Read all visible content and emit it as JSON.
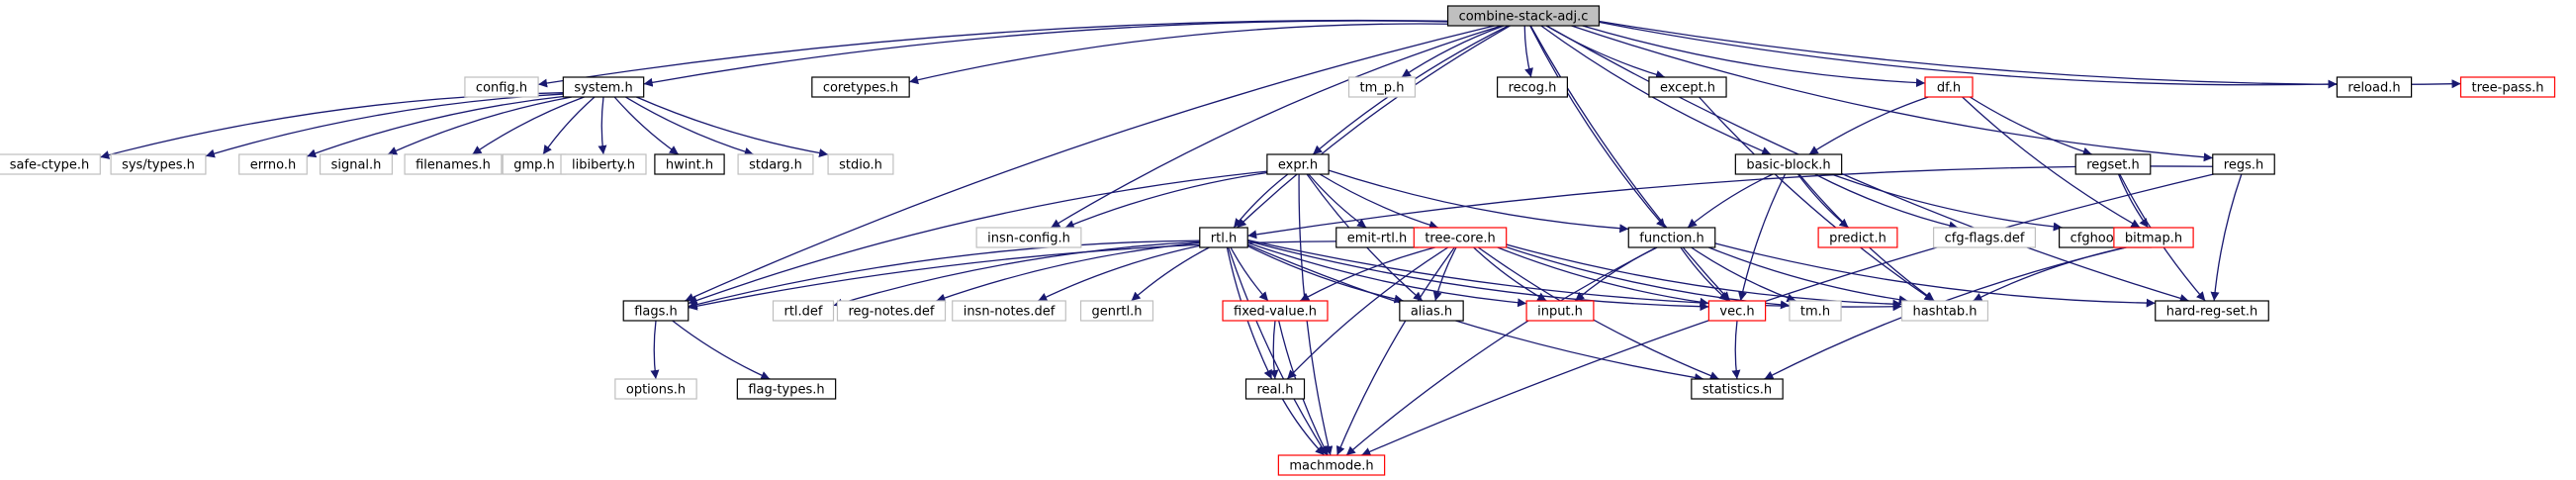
{
  "graph": {
    "colors": {
      "edge": "#191970",
      "root_fill": "#bfbfbf",
      "normal": "#000000",
      "missing": "#bfbfbf",
      "truncated": "#ff0000"
    },
    "nodes": [
      {
        "id": "root",
        "label": "combine-stack-adj.c",
        "kind": "root"
      },
      {
        "id": "config",
        "label": "config.h",
        "kind": "missing"
      },
      {
        "id": "system",
        "label": "system.h",
        "kind": "normal"
      },
      {
        "id": "coretypes",
        "label": "coretypes.h",
        "kind": "normal"
      },
      {
        "id": "tm_p",
        "label": "tm_p.h",
        "kind": "missing"
      },
      {
        "id": "recog",
        "label": "recog.h",
        "kind": "normal"
      },
      {
        "id": "except",
        "label": "except.h",
        "kind": "normal"
      },
      {
        "id": "df",
        "label": "df.h",
        "kind": "truncated"
      },
      {
        "id": "reload",
        "label": "reload.h",
        "kind": "normal"
      },
      {
        "id": "treepass",
        "label": "tree-pass.h",
        "kind": "truncated"
      },
      {
        "id": "safectype",
        "label": "safe-ctype.h",
        "kind": "missing"
      },
      {
        "id": "systypes",
        "label": "sys/types.h",
        "kind": "missing"
      },
      {
        "id": "errno",
        "label": "errno.h",
        "kind": "missing"
      },
      {
        "id": "signal",
        "label": "signal.h",
        "kind": "missing"
      },
      {
        "id": "filenames",
        "label": "filenames.h",
        "kind": "missing"
      },
      {
        "id": "gmp",
        "label": "gmp.h",
        "kind": "missing"
      },
      {
        "id": "libiberty",
        "label": "libiberty.h",
        "kind": "missing"
      },
      {
        "id": "hwint",
        "label": "hwint.h",
        "kind": "normal"
      },
      {
        "id": "stdarg",
        "label": "stdarg.h",
        "kind": "missing"
      },
      {
        "id": "stdio",
        "label": "stdio.h",
        "kind": "missing"
      },
      {
        "id": "expr",
        "label": "expr.h",
        "kind": "normal"
      },
      {
        "id": "basicblock",
        "label": "basic-block.h",
        "kind": "normal"
      },
      {
        "id": "regset",
        "label": "regset.h",
        "kind": "normal"
      },
      {
        "id": "regs",
        "label": "regs.h",
        "kind": "normal"
      },
      {
        "id": "insnconfig",
        "label": "insn-config.h",
        "kind": "missing"
      },
      {
        "id": "emitrtl",
        "label": "emit-rtl.h",
        "kind": "normal"
      },
      {
        "id": "predict",
        "label": "predict.h",
        "kind": "truncated"
      },
      {
        "id": "cfgflags",
        "label": "cfg-flags.def",
        "kind": "missing"
      },
      {
        "id": "cfghooks",
        "label": "cfghooks.h",
        "kind": "normal"
      },
      {
        "id": "rtl",
        "label": "rtl.h",
        "kind": "normal"
      },
      {
        "id": "treecore",
        "label": "tree-core.h",
        "kind": "truncated"
      },
      {
        "id": "function",
        "label": "function.h",
        "kind": "normal"
      },
      {
        "id": "bitmap",
        "label": "bitmap.h",
        "kind": "truncated"
      },
      {
        "id": "flags",
        "label": "flags.h",
        "kind": "normal"
      },
      {
        "id": "rtldef",
        "label": "rtl.def",
        "kind": "missing"
      },
      {
        "id": "regnotes",
        "label": "reg-notes.def",
        "kind": "missing"
      },
      {
        "id": "insnnotes",
        "label": "insn-notes.def",
        "kind": "missing"
      },
      {
        "id": "genrtl",
        "label": "genrtl.h",
        "kind": "missing"
      },
      {
        "id": "fixedvalue",
        "label": "fixed-value.h",
        "kind": "truncated"
      },
      {
        "id": "alias",
        "label": "alias.h",
        "kind": "normal"
      },
      {
        "id": "input",
        "label": "input.h",
        "kind": "truncated"
      },
      {
        "id": "vec",
        "label": "vec.h",
        "kind": "truncated"
      },
      {
        "id": "tm",
        "label": "tm.h",
        "kind": "missing"
      },
      {
        "id": "hashtab",
        "label": "hashtab.h",
        "kind": "missing"
      },
      {
        "id": "hardregset",
        "label": "hard-reg-set.h",
        "kind": "normal"
      },
      {
        "id": "options",
        "label": "options.h",
        "kind": "missing"
      },
      {
        "id": "flagtypes",
        "label": "flag-types.h",
        "kind": "normal"
      },
      {
        "id": "real",
        "label": "real.h",
        "kind": "normal"
      },
      {
        "id": "statistics",
        "label": "statistics.h",
        "kind": "normal"
      },
      {
        "id": "machmode",
        "label": "machmode.h",
        "kind": "truncated"
      }
    ],
    "edges": [
      [
        "root",
        "config"
      ],
      [
        "root",
        "system"
      ],
      [
        "root",
        "coretypes"
      ],
      [
        "root",
        "tm_p"
      ],
      [
        "root",
        "recog"
      ],
      [
        "root",
        "except"
      ],
      [
        "root",
        "df"
      ],
      [
        "root",
        "reload"
      ],
      [
        "root",
        "treepass"
      ],
      [
        "root",
        "expr"
      ],
      [
        "root",
        "basicblock"
      ],
      [
        "root",
        "regs"
      ],
      [
        "root",
        "insnconfig"
      ],
      [
        "root",
        "rtl"
      ],
      [
        "root",
        "function"
      ],
      [
        "root",
        "flags"
      ],
      [
        "root",
        "vec"
      ],
      [
        "root",
        "hardregset"
      ],
      [
        "system",
        "safectype"
      ],
      [
        "system",
        "systypes"
      ],
      [
        "system",
        "errno"
      ],
      [
        "system",
        "signal"
      ],
      [
        "system",
        "filenames"
      ],
      [
        "system",
        "gmp"
      ],
      [
        "system",
        "libiberty"
      ],
      [
        "system",
        "hwint"
      ],
      [
        "system",
        "stdarg"
      ],
      [
        "system",
        "stdio"
      ],
      [
        "expr",
        "insnconfig"
      ],
      [
        "expr",
        "rtl"
      ],
      [
        "expr",
        "emitrtl"
      ],
      [
        "expr",
        "treecore"
      ],
      [
        "expr",
        "function"
      ],
      [
        "expr",
        "alias"
      ],
      [
        "expr",
        "flags"
      ],
      [
        "expr",
        "machmode"
      ],
      [
        "df",
        "basicblock"
      ],
      [
        "df",
        "regset"
      ],
      [
        "df",
        "bitmap"
      ],
      [
        "basicblock",
        "predict"
      ],
      [
        "basicblock",
        "cfgflags"
      ],
      [
        "basicblock",
        "cfghooks"
      ],
      [
        "basicblock",
        "function"
      ],
      [
        "basicblock",
        "vec"
      ],
      [
        "basicblock",
        "hashtab"
      ],
      [
        "regset",
        "bitmap"
      ],
      [
        "regset",
        "hardregset"
      ],
      [
        "regs",
        "rtl"
      ],
      [
        "regs",
        "hardregset"
      ],
      [
        "regs",
        "machmode"
      ],
      [
        "except",
        "hashtab"
      ],
      [
        "rtl",
        "flags"
      ],
      [
        "rtl",
        "rtldef"
      ],
      [
        "rtl",
        "regnotes"
      ],
      [
        "rtl",
        "insnnotes"
      ],
      [
        "rtl",
        "genrtl"
      ],
      [
        "rtl",
        "fixedvalue"
      ],
      [
        "rtl",
        "alias"
      ],
      [
        "rtl",
        "input"
      ],
      [
        "rtl",
        "real"
      ],
      [
        "rtl",
        "vec"
      ],
      [
        "rtl",
        "statistics"
      ],
      [
        "rtl",
        "hashtab"
      ],
      [
        "rtl",
        "machmode"
      ],
      [
        "treecore",
        "flags"
      ],
      [
        "treecore",
        "fixedvalue"
      ],
      [
        "treecore",
        "alias"
      ],
      [
        "treecore",
        "input"
      ],
      [
        "treecore",
        "real"
      ],
      [
        "treecore",
        "vec"
      ],
      [
        "treecore",
        "tm"
      ],
      [
        "treecore",
        "statistics"
      ],
      [
        "treecore",
        "hashtab"
      ],
      [
        "treecore",
        "machmode"
      ],
      [
        "function",
        "input"
      ],
      [
        "function",
        "vec"
      ],
      [
        "function",
        "tm"
      ],
      [
        "function",
        "hashtab"
      ],
      [
        "function",
        "hardregset"
      ],
      [
        "function",
        "machmode"
      ],
      [
        "bitmap",
        "hashtab"
      ],
      [
        "bitmap",
        "statistics"
      ],
      [
        "flags",
        "options"
      ],
      [
        "flags",
        "flagtypes"
      ],
      [
        "fixedvalue",
        "real"
      ],
      [
        "fixedvalue",
        "machmode"
      ],
      [
        "real",
        "machmode"
      ],
      [
        "vec",
        "statistics"
      ]
    ]
  }
}
